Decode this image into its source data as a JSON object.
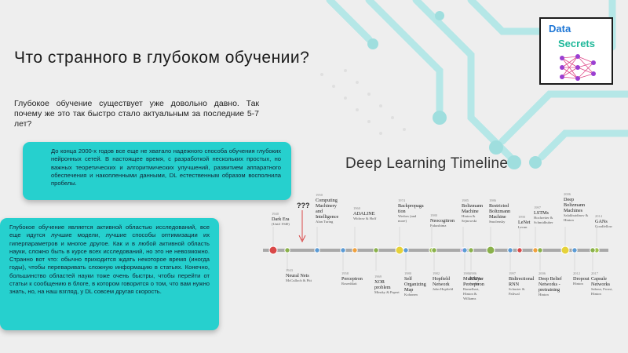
{
  "title": "Что странного в глубоком обучении?",
  "intro": "Глубокое обучение существует уже довольно давно. Так почему же это так быстро стало актуальным за последние 5-7 лет?",
  "box1": "До конца 2000-х годов  все еще не хватало надежного способа обучения глубоких нейронных сетей. В настоящее время, с разработкой нескольких простых, но важных теоретических и алгоритмических улучшений, развитием аппаратного обеспечения и накопленными данными, DL естественным образом восполнила пробелы.",
  "box2": "Глубокое обучение является активной областью исследований, все еще идутся лучшие модели, лучшие способы оптимизации их гиперпараметров и многое другое. Как и в любой активной область науки, сложно быть в курсе всех исследований, но это не невозможно. Странно вот что: обычно  приходится ждать некоторое время (иногда годы), чтобы переваривать сложную информацию в статьях. Конечно, большинство областей науки тоже очень быстры, чтобы перейти от статьи к сообщению в блоге, в котором говорится о том, что вам нужно знать, но, на наш взгляд, у DL совсем другая скорость.",
  "logo": {
    "line1": "Data",
    "line2": "Secrets",
    "icon": "neural-network-icon"
  },
  "timeline": {
    "title": "Deep Learning Timeline",
    "question_mark": "???",
    "top_events": [
      {
        "year": "1940",
        "name": "Dark Era",
        "author": "(Until 1940)"
      },
      {
        "year": "1950",
        "name": "Computing Machinery and Intelligence",
        "author": "Alan Turing"
      },
      {
        "year": "1960",
        "name": "ADALINE",
        "author": "Widrow & Hoff"
      },
      {
        "year": "1974",
        "name": "Backpropaga tion",
        "author": "Werbos (and more)"
      },
      {
        "year": "1980",
        "name": "Neocogitron",
        "author": "Fukushima"
      },
      {
        "year": "1985",
        "name": "Boltzmann Machine",
        "author": "Hinton & Sejnowski"
      },
      {
        "year": "1986",
        "name": "Restricted Boltzmann Machine",
        "author": "Smolensky"
      },
      {
        "year": "1990",
        "name": "LeNet",
        "author": "Lecun"
      },
      {
        "year": "1997",
        "name": "LSTMs",
        "author": "Hochreiter & Schmidhuber"
      },
      {
        "year": "2006",
        "name": "Deep Boltzmann Machines",
        "author": "Salakhutdinov & Hinton"
      },
      {
        "year": "2014",
        "name": "GANs",
        "author": "Goodfellow"
      }
    ],
    "bottom_events": [
      {
        "year": "1943",
        "name": "Neural Nets",
        "author": "McCulloch & Pitt"
      },
      {
        "year": "1958",
        "name": "Perceptron",
        "author": "Rosenblatt"
      },
      {
        "year": "1969",
        "name": "XOR problem",
        "author": "Minsky & Papert"
      },
      {
        "year": "1980",
        "name": "Self Organizing Map",
        "author": "Kohonen"
      },
      {
        "year": "1982",
        "name": "Hopfield Network",
        "author": "John Hopfield"
      },
      {
        "year": "1986",
        "name": "Multilayer Perceptron",
        "author": "Rumelhart, Hinton & Wilkams"
      },
      {
        "year": "1986",
        "name": "RNNs",
        "author": "Jordan"
      },
      {
        "year": "1997",
        "name": "Bidirectional RNN",
        "author": "Schuster & Paliwal"
      },
      {
        "year": "2006",
        "name": "Deep Belief Networks - pretraining",
        "author": "Hinton"
      },
      {
        "year": "2012",
        "name": "Dropout",
        "author": "Hinton"
      },
      {
        "year": "2017",
        "name": "Capsule Networks",
        "author": "Sabour, Frosst, Hinton"
      }
    ]
  },
  "colors": {
    "accent": "#26d0ce",
    "timeline_line": "#a9a9a9",
    "dots": [
      "#d94848",
      "#5b9bd5",
      "#f0a03c",
      "#e6d23a",
      "#9fc24a",
      "#b36ad1",
      "#8ab14b",
      "#d94848",
      "#f0a03c",
      "#e6d23a",
      "#9fc24a"
    ]
  }
}
